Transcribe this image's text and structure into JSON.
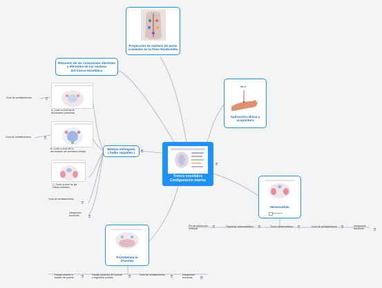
{
  "central": {
    "title_line1": "Tronco encefálico",
    "title_line2": "Configuración interna",
    "color": "#1e90ff"
  },
  "topics": {
    "proyeccion": {
      "line1": "Proyección de núcleos de pares",
      "line2": "craneales en la Fosa Romboidea"
    },
    "resumen": {
      "line1": "Resumen de las conexiones aferentes",
      "line2": "y eferentes  de los núcleos",
      "line3": "del tronco encefálico"
    },
    "aplicacion": {
      "marker": "IM-4",
      "line1": "Aplicación clínica y",
      "line2": "acupuntura"
    },
    "medula": {
      "line1": "Médula oblongada",
      "line2": "( bulbo raquídeo )"
    },
    "mesencefalo": {
      "line1": "Mesencéfalo"
    },
    "protuberancia": {
      "line1": "Protuberancia",
      "line2": "(Puente)"
    }
  },
  "medula_branches": {
    "corte_a": {
      "line1": "A. Corte a nivel de la",
      "line2": "decusación piramidal"
    },
    "corte_b": {
      "line1": "B. Corte a nivel de la",
      "line2": "decusación del lemnisco medial"
    },
    "corte_c": {
      "line1": "C. Corte a nivel de las",
      "line2": "Olivas bulbares"
    },
    "guia": "Guía de señalamientos",
    "integracion": {
      "line1": "Integración",
      "line2": "funcional"
    }
  },
  "mesencefalo_branches": {
    "pie": {
      "line1": "Pie de pedúnculo",
      "line2": "cerebral"
    },
    "tegmento": "Tegmento mesencefálico",
    "techo": "Techo mesencefálico",
    "guia": "Guía de señalamientos",
    "integracion": {
      "line1": "Integración",
      "line2": "funcional"
    }
  },
  "protuberancia_branches": {
    "pasaje_anterior": {
      "line1": "Pasaje anterior o",
      "line2": "basilar del puente"
    },
    "pasaje_posterior": {
      "line1": "Pasaje posterior del puente",
      "line2": "o tegmento pontino"
    },
    "guia": "Guía de señalamientos",
    "integracion": {
      "line1": "Integración",
      "line2": "funcional"
    }
  },
  "colors": {
    "accent": "#2b8fd6",
    "connector": "#a9adb3",
    "central_bg": "#1e90ff",
    "background": "#f3f4f6"
  }
}
